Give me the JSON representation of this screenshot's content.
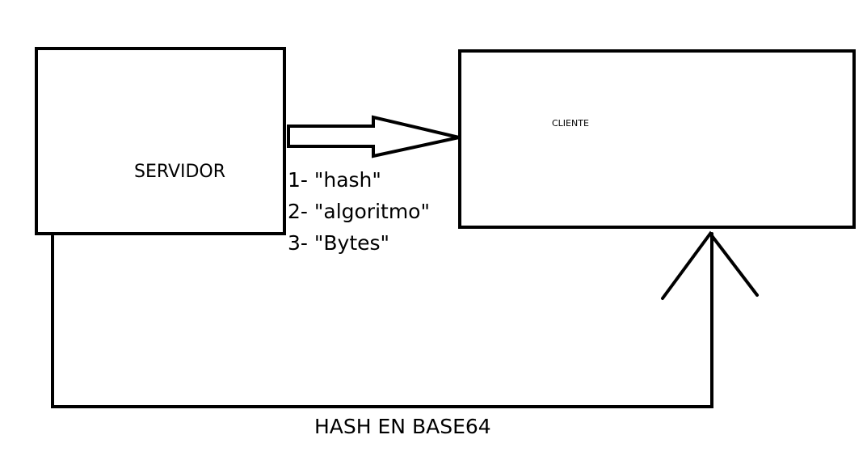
{
  "colors": {
    "stroke": "#000000",
    "background": "#ffffff"
  },
  "nodes": {
    "servidor": "SERVIDOR",
    "cliente": "CLIENTE"
  },
  "request_items": [
    "1- \"hash\"",
    "2- \"algoritmo\"",
    "3- \"Bytes\""
  ],
  "return_label": "HASH EN BASE64"
}
